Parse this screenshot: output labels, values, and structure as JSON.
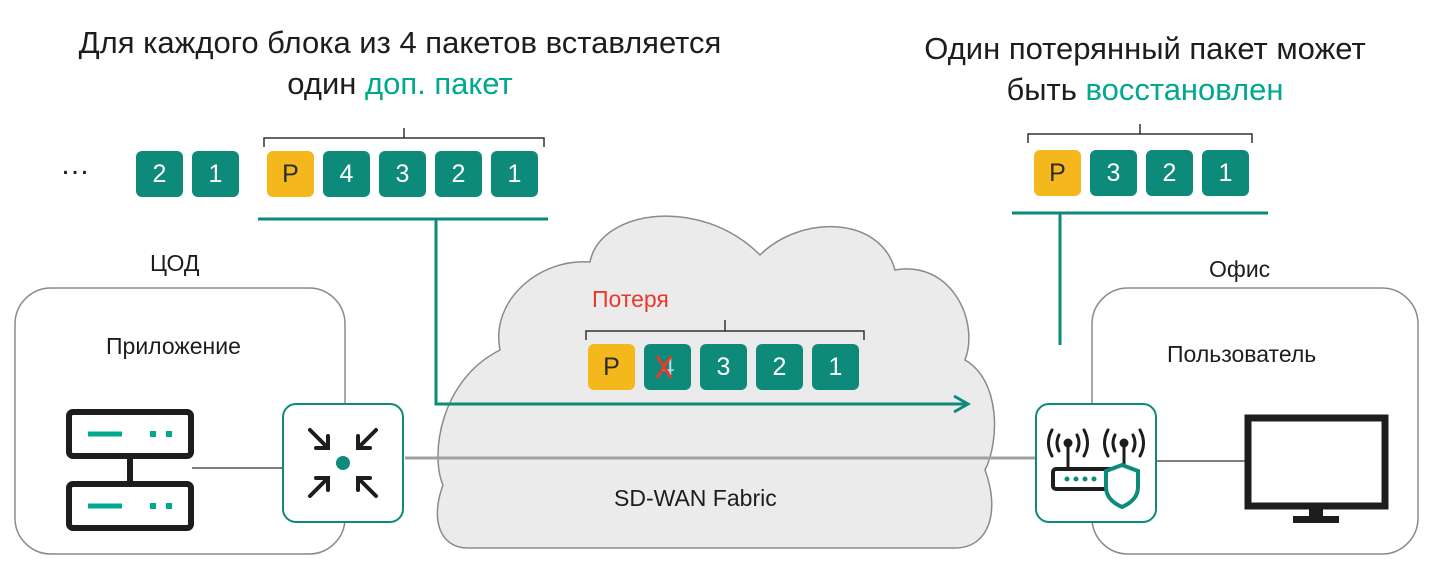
{
  "left_caption": {
    "line1": "Для каждого блока из 4 пакетов вставляется",
    "line2_prefix": "один ",
    "line2_accent": "доп. пакет"
  },
  "right_caption": {
    "line1": "Один потерянный пакет может",
    "line2_prefix": "быть ",
    "line2_accent": "восстановлен"
  },
  "ellipsis": "…",
  "sender_stream": {
    "preceding": [
      "2",
      "1"
    ],
    "block": [
      "P",
      "4",
      "3",
      "2",
      "1"
    ]
  },
  "loss_label": "Потеря",
  "lost_stream": [
    "P",
    "4",
    "3",
    "2",
    "1"
  ],
  "lost_packet": "4",
  "received_stream": [
    "P",
    "3",
    "2",
    "1"
  ],
  "dc": {
    "title": "ЦОД",
    "app_label": "Приложение"
  },
  "office": {
    "title": "Офис",
    "user_label": "Пользователь"
  },
  "fabric_label": "SD-WAN Fabric",
  "colors": {
    "packet": "#0e8a7b",
    "parity": "#f5b81c",
    "accent": "#00a88e",
    "loss": "#e8392b",
    "outline": "#8a8a8a"
  },
  "icons": [
    "server-icon",
    "sdwan-edge-icon",
    "wifi-router-shield-icon",
    "monitor-icon"
  ]
}
